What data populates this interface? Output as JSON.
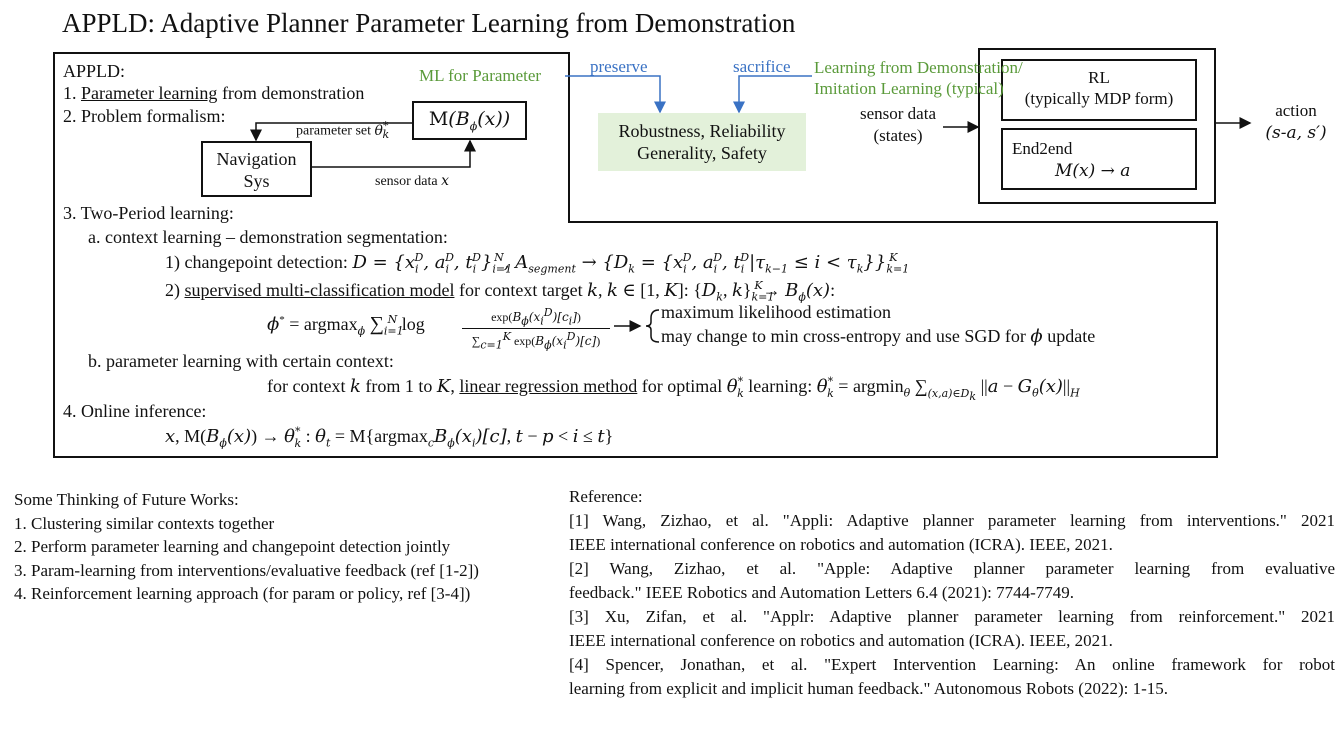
{
  "title": "APPLD: Adaptive Planner Parameter Learning from Demonstration",
  "appld_box": {
    "heading": "APPLD:",
    "item1_num": "1.",
    "item1_underlined": "Parameter learning",
    "item1_rest": "from demonstration",
    "item2": "2. Problem formalism:",
    "nav_sys_line1": "Navigation",
    "nav_sys_line2": "Sys",
    "model_box": "M(B_φ(x))",
    "param_set_label": "parameter set θ*_k",
    "sensor_label": "sensor data x",
    "item3": "3. Two-Period learning:",
    "item3a": "a. context learning – demonstration segmentation:",
    "item3a1_label": "1) changepoint detection:",
    "item3a1_math": "D = {x_i^D, a_i^D, t_i^D}_{i=1}^N, A_segment → {D_k = {x_i^D, a_i^D, t_i^D | τ_{k-1} ≤ i < τ_k}}_{k=1}^K",
    "item3a2_num": "2)",
    "item3a2_underlined": "supervised multi-classification model",
    "item3a2_rest": "for context target k, k ∈ [1, K]: {D_k, k}_{k=1}^K → B_φ(x):",
    "phi_formula": "φ* = argmax_φ Σ_{i=1}^N log exp(B_φ(x_i^D)[c_i]) / Σ_{c=1}^K exp(B_φ(x_i^D)[c])",
    "phi_note1": "maximum likelihood estimation",
    "phi_note2": "may change to min cross-entropy and use SGD for φ update",
    "item3b": "b. parameter learning with certain context:",
    "item3b_pre": "for context k from 1 to K,",
    "item3b_underlined": "linear regression method",
    "item3b_post": "for optimal θ*_k learning: θ*_k = argmin_θ Σ_{(x,a)∈D_k} ||a − G_θ(x)||_H",
    "item4": "4. Online inference:",
    "item4_math": "x, M(B_φ(x)) → θ*_k : θ_t = M{argmax_c B_φ(x_i)[c], t − p < i ≤ t}"
  },
  "top_diagram": {
    "ml_param": "ML for Parameter",
    "preserve": "preserve",
    "sacrifice": "sacrifice",
    "lfd_line1": "Learning from Demonstration/",
    "lfd_line2": "Imitation Learning (typical)",
    "green_box_line1": "Robustness, Reliability",
    "green_box_line2": "Generality, Safety",
    "sensor_line1": "sensor data",
    "sensor_line2": "(states)",
    "rl_line1": "RL",
    "rl_line2": "(typically MDP form)",
    "e2e_line1": "End2end",
    "e2e_line2": "M(x) → a",
    "action_line1": "action",
    "action_line2": "(s-a, s′)"
  },
  "future_works": {
    "heading": "Some Thinking of Future Works:",
    "items": [
      "1. Clustering similar contexts together",
      "2. Perform parameter learning and changepoint detection jointly",
      "3. Param-learning from interventions/evaluative feedback (ref [1-2])",
      "4. Reinforcement learning approach (for param or policy, ref [3-4])"
    ]
  },
  "references": {
    "heading": "Reference:",
    "lines": [
      "[1] Wang, Zizhao, et al. \"Appli: Adaptive planner parameter learning from interventions.\" 2021",
      "IEEE international conference on robotics and automation (ICRA). IEEE, 2021.",
      "[2] Wang, Zizhao, et al. \"Apple: Adaptive planner parameter learning from evaluative",
      "feedback.\" IEEE Robotics and Automation Letters 6.4 (2021): 7744-7749.",
      "[3] Xu, Zifan, et al. \"Applr: Adaptive planner parameter learning from reinforcement.\" 2021",
      "IEEE international conference on robotics and automation (ICRA). IEEE, 2021.",
      "[4] Spencer, Jonathan, et al. \"Expert Intervention Learning: An online framework for robot",
      "learning from explicit and implicit human feedback.\" Autonomous Robots (2022): 1-15."
    ]
  },
  "colors": {
    "green_text": "#5a9a3a",
    "blue_text": "#3a72c4",
    "green_fill": "#e3f1da"
  }
}
